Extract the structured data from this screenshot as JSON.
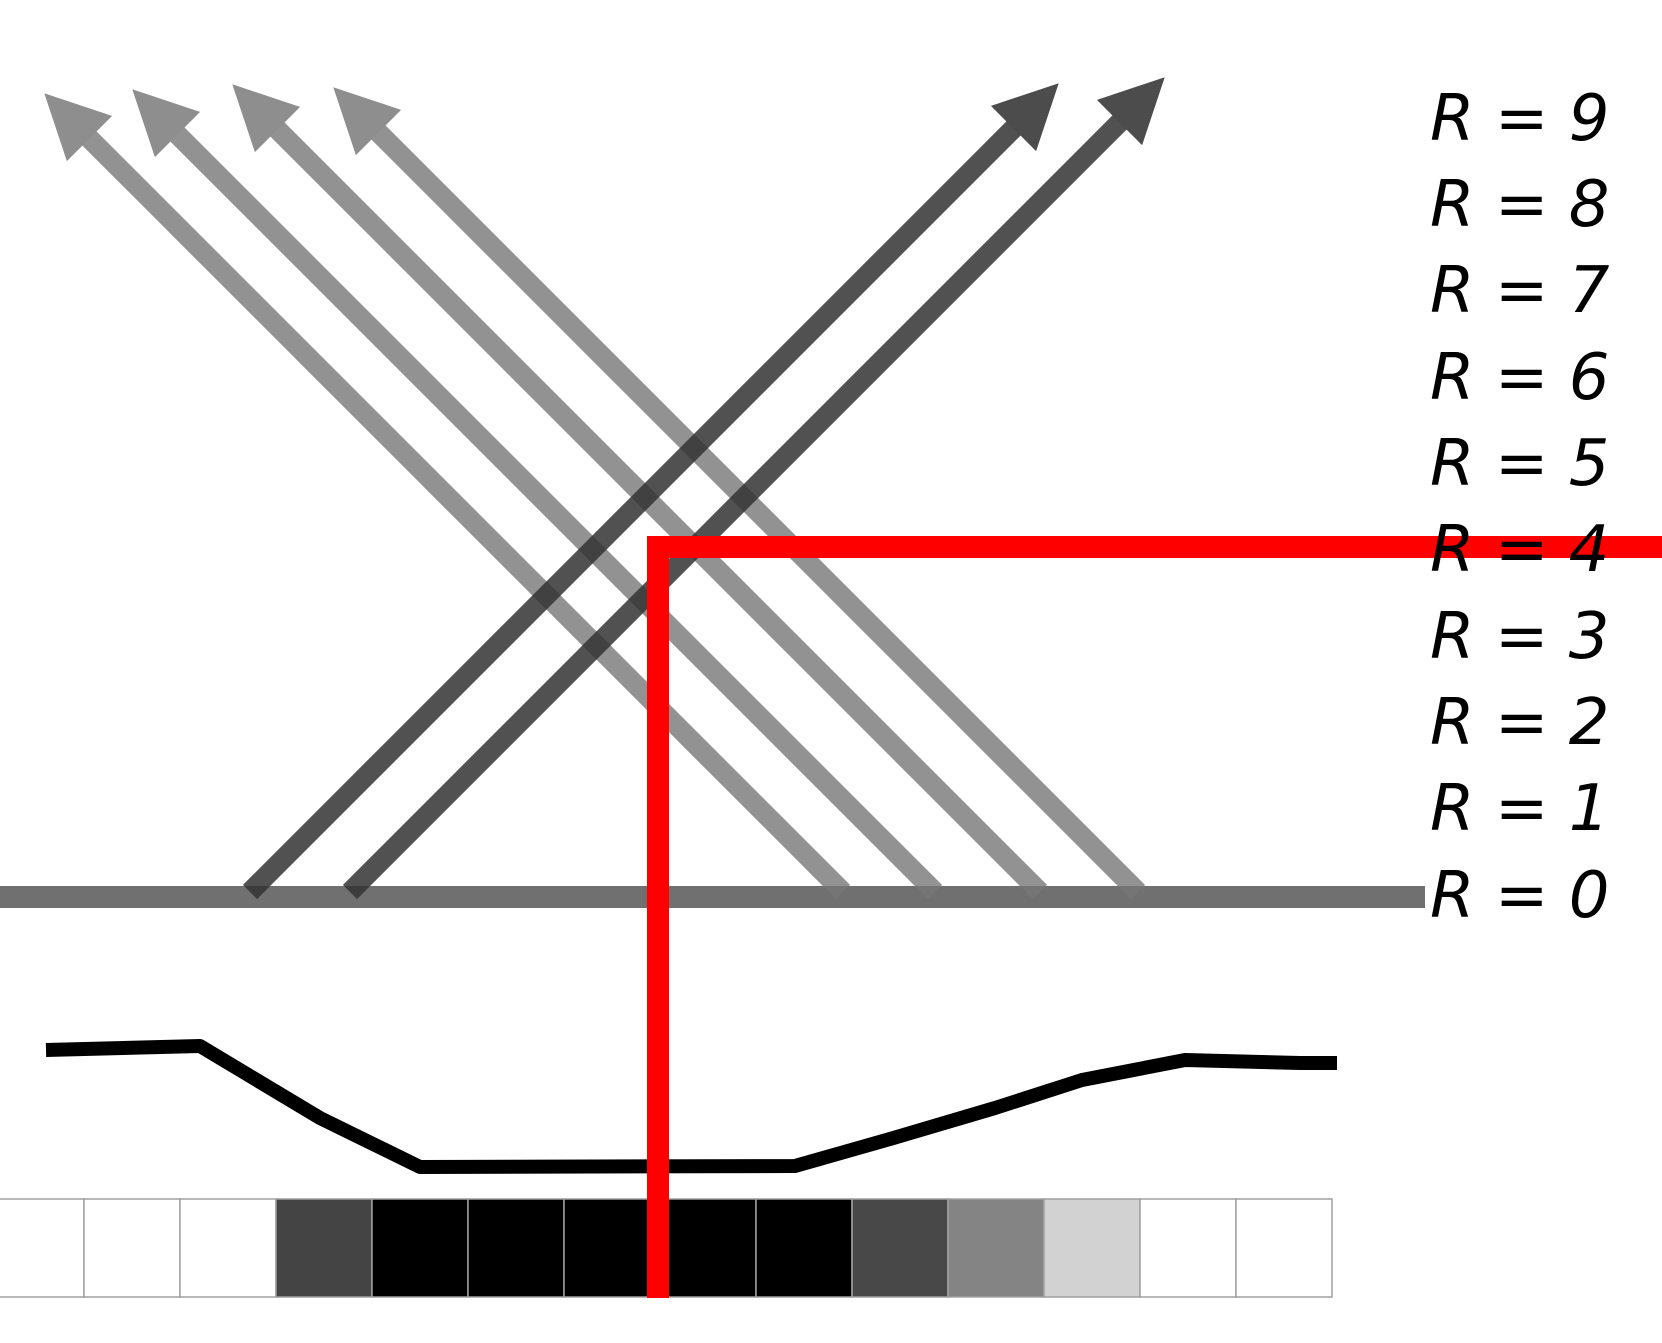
{
  "diagram": {
    "r_labels": [
      "R = 9",
      "R = 8",
      "R = 7",
      "R = 6",
      "R = 5",
      "R = 4",
      "R = 3",
      "R = 2",
      "R = 1",
      "R = 0"
    ],
    "pixel_strip": [
      {
        "name": "cell-1",
        "color": "#ffffff"
      },
      {
        "name": "cell-2",
        "color": "#ffffff"
      },
      {
        "name": "cell-3",
        "color": "#ffffff"
      },
      {
        "name": "cell-4",
        "color": "#444444"
      },
      {
        "name": "cell-5",
        "color": "#000000"
      },
      {
        "name": "cell-6",
        "color": "#000000"
      },
      {
        "name": "cell-7",
        "color": "#000000"
      },
      {
        "name": "cell-8",
        "color": "#000000"
      },
      {
        "name": "cell-9",
        "color": "#000000"
      },
      {
        "name": "cell-10",
        "color": "#484848"
      },
      {
        "name": "cell-11",
        "color": "#848484"
      },
      {
        "name": "cell-12",
        "color": "#d2d2d2"
      },
      {
        "name": "cell-13",
        "color": "#ffffff"
      },
      {
        "name": "cell-14",
        "color": "#ffffff"
      }
    ],
    "colors": {
      "baseline": "#707070",
      "ray_light": "#777777",
      "ray_dark": "#333333",
      "highlight": "#ff0000",
      "profile": "#000000",
      "cell_border": "#a0a0a0"
    },
    "rays": {
      "up_left_count": 4,
      "up_right_count": 2
    }
  }
}
